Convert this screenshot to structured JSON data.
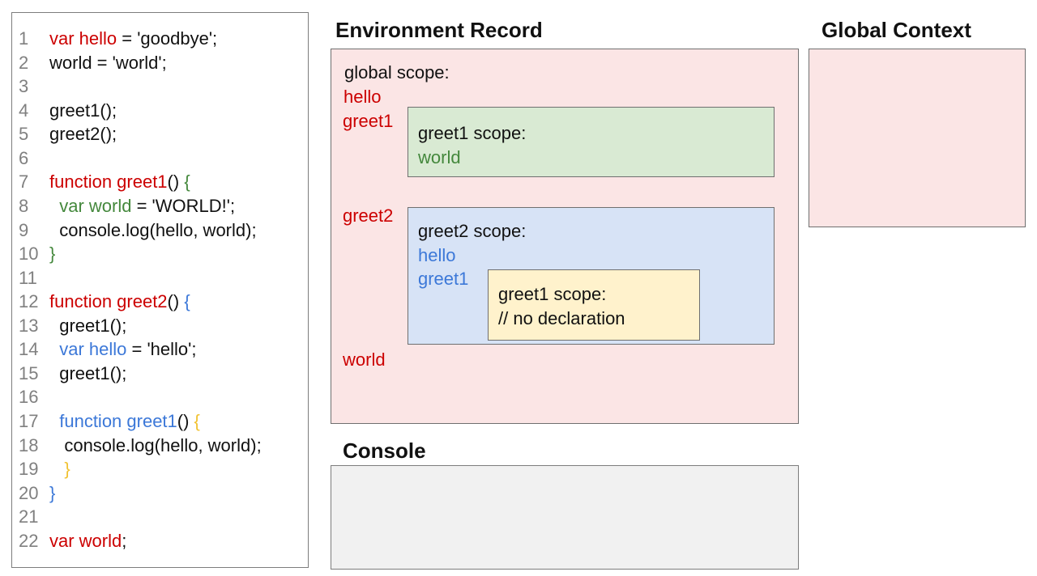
{
  "titles": {
    "environment_record": "Environment Record",
    "global_context": "Global Context",
    "console": "Console"
  },
  "colors": {
    "code_red": "#cc0000",
    "code_green": "#44883c",
    "code_blue": "#3c78d8",
    "code_yellow": "#f1c232",
    "line_number_gray": "#808080",
    "global_scope_fill": "#fbe5e5",
    "greet1_scope_fill": "#d9ead3",
    "greet2_scope_fill": "#d7e3f6",
    "inner_greet1_scope_fill": "#fff2cc",
    "console_fill": "#f1f1f1"
  },
  "code": {
    "lines": [
      {
        "n": "1",
        "parts": [
          [
            "var hello",
            "red"
          ],
          [
            " = 'goodbye';",
            "ink"
          ]
        ]
      },
      {
        "n": "2",
        "parts": [
          [
            "world = 'world';",
            "ink"
          ]
        ]
      },
      {
        "n": "3",
        "parts": []
      },
      {
        "n": "4",
        "parts": [
          [
            "greet1();",
            "ink"
          ]
        ]
      },
      {
        "n": "5",
        "parts": [
          [
            "greet2();",
            "ink"
          ]
        ]
      },
      {
        "n": "6",
        "parts": []
      },
      {
        "n": "7",
        "parts": [
          [
            "function greet1",
            "red"
          ],
          [
            "() ",
            "ink"
          ],
          [
            "{",
            "green"
          ]
        ]
      },
      {
        "n": "8",
        "parts": [
          [
            "  ",
            "ink"
          ],
          [
            "var world",
            "green"
          ],
          [
            " = 'WORLD!';",
            "ink"
          ]
        ]
      },
      {
        "n": "9",
        "parts": [
          [
            "  console.log(hello, world);",
            "ink"
          ]
        ]
      },
      {
        "n": "10",
        "parts": [
          [
            "}",
            "green"
          ]
        ]
      },
      {
        "n": "11",
        "parts": []
      },
      {
        "n": "12",
        "parts": [
          [
            "function greet2",
            "red"
          ],
          [
            "() ",
            "ink"
          ],
          [
            "{",
            "blue"
          ]
        ]
      },
      {
        "n": "13",
        "parts": [
          [
            "  greet1();",
            "ink"
          ]
        ]
      },
      {
        "n": "14",
        "parts": [
          [
            "  ",
            "ink"
          ],
          [
            "var hello",
            "blue"
          ],
          [
            " = 'hello';",
            "ink"
          ]
        ]
      },
      {
        "n": "15",
        "parts": [
          [
            "  greet1();",
            "ink"
          ]
        ]
      },
      {
        "n": "16",
        "parts": []
      },
      {
        "n": "17",
        "parts": [
          [
            "  ",
            "ink"
          ],
          [
            "function greet1",
            "blue"
          ],
          [
            "() ",
            "ink"
          ],
          [
            "{",
            "yellow"
          ]
        ]
      },
      {
        "n": "18",
        "parts": [
          [
            "   console.log(hello, world);",
            "ink"
          ]
        ]
      },
      {
        "n": "19",
        "parts": [
          [
            "   ",
            "ink"
          ],
          [
            "}",
            "yellow"
          ]
        ]
      },
      {
        "n": "20",
        "parts": [
          [
            "}",
            "blue"
          ]
        ]
      },
      {
        "n": "21",
        "parts": []
      },
      {
        "n": "22",
        "parts": [
          [
            "var world",
            "red"
          ],
          [
            ";",
            "ink"
          ]
        ]
      }
    ]
  },
  "env": {
    "global": {
      "label": "global scope:",
      "items": [
        "hello",
        "greet1",
        "greet2",
        "world"
      ]
    },
    "greet1": {
      "label": "greet1 scope:",
      "items": [
        "world"
      ]
    },
    "greet2": {
      "label": "greet2 scope:",
      "items": [
        "hello",
        "greet1"
      ]
    },
    "inner_greet1": {
      "label": "greet1 scope:",
      "comment": "// no declaration"
    }
  }
}
